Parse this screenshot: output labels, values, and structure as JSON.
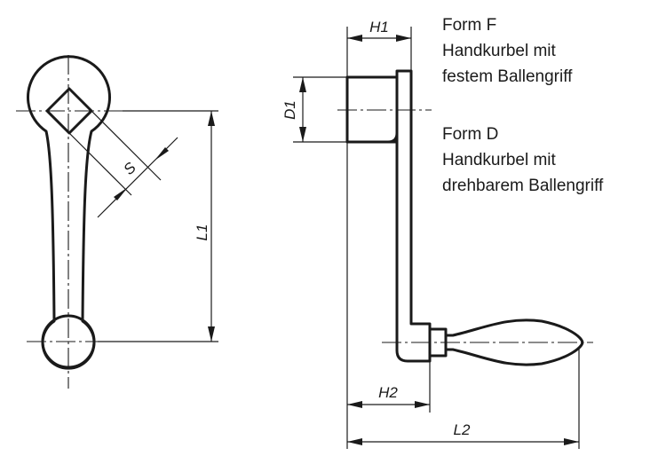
{
  "dimensions": {
    "h1": "H1",
    "d1": "D1",
    "s": "S",
    "l1": "L1",
    "h2": "H2",
    "l2": "L2"
  },
  "legend": {
    "form_f": {
      "title": "Form F",
      "line1": "Handkurbel mit",
      "line2": "festem Ballengriff"
    },
    "form_d": {
      "title": "Form D",
      "line1": "Handkurbel mit",
      "line2": "drehbarem Ballengriff"
    }
  }
}
